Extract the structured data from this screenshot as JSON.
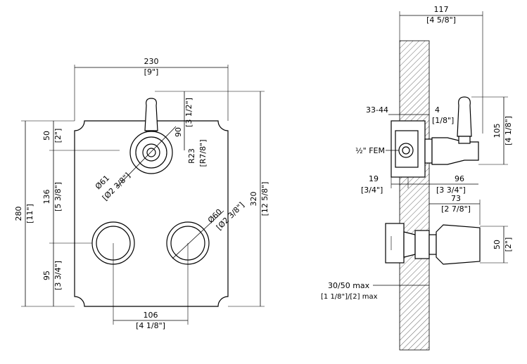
{
  "front": {
    "width_mm": "230",
    "width_in": "[9\"]",
    "height_mm": "280",
    "height_in": "[11\"]",
    "outer_mm": "320",
    "outer_in": "[12 5/8\"]",
    "top_mm": "50",
    "top_in": "[2\"]",
    "mid_mm": "136",
    "mid_in": "[5 3/8\"]",
    "bot_mm": "95",
    "bot_in": "[3 3/4\"]",
    "spacing_mm": "106",
    "spacing_in": "[4 1/8\"]",
    "lever_mm": "90",
    "lever_in": "[3 1/2\"]",
    "radius_mm": "R23",
    "radius_in": "[R7/8\"]",
    "rosette_mm": "Ø61",
    "rosette_in": "[Ø2 3/8\"]",
    "knob_mm": "Ø60",
    "knob_in": "[Ø2 3/8\"]"
  },
  "side": {
    "depth_mm": "117",
    "depth_in": "[4 5/8\"]",
    "range_mm": "33-44",
    "gap_mm": "4",
    "gap_in": "[1/8\"]",
    "fem_label": "½\" FEM",
    "lever_h_mm": "105",
    "lever_h_in": "[4 1/8\"]",
    "left_mm": "19",
    "left_in": "[3/4\"]",
    "right_mm": "96",
    "right_in": "[3 3/4\"]",
    "valve_mm": "73",
    "valve_in": "[2 7/8\"]",
    "knob_h_mm": "50",
    "knob_h_in": "[2\"]",
    "wall_mm": "30/50 max",
    "wall_in": "[1 1/8\"]/[2] max"
  }
}
